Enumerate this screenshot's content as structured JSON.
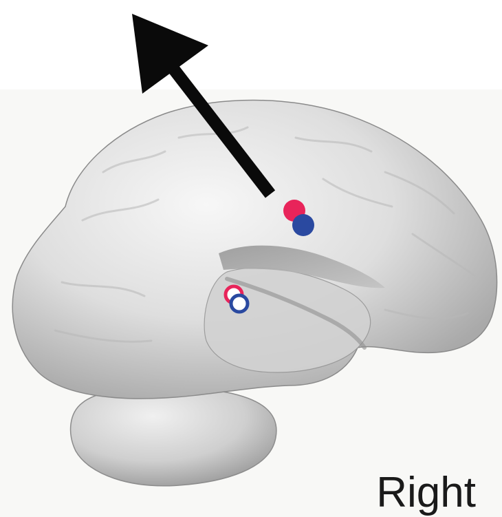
{
  "label": {
    "hemisphere": "Right"
  },
  "colors": {
    "background": "#f8f8f6",
    "brain_surface": "#dcdcdc",
    "arrow": "#0a0a0a",
    "marker_red": "#e8245a",
    "marker_blue": "#2a49a0",
    "marker_hollow_fill": "#ffffff",
    "label_text": "#1a1a1a"
  },
  "markers": [
    {
      "id": "upper-red",
      "style": "filled",
      "color": "red"
    },
    {
      "id": "upper-blue",
      "style": "filled",
      "color": "blue"
    },
    {
      "id": "lower-red",
      "style": "hollow",
      "color": "red"
    },
    {
      "id": "lower-blue",
      "style": "hollow",
      "color": "blue"
    }
  ]
}
